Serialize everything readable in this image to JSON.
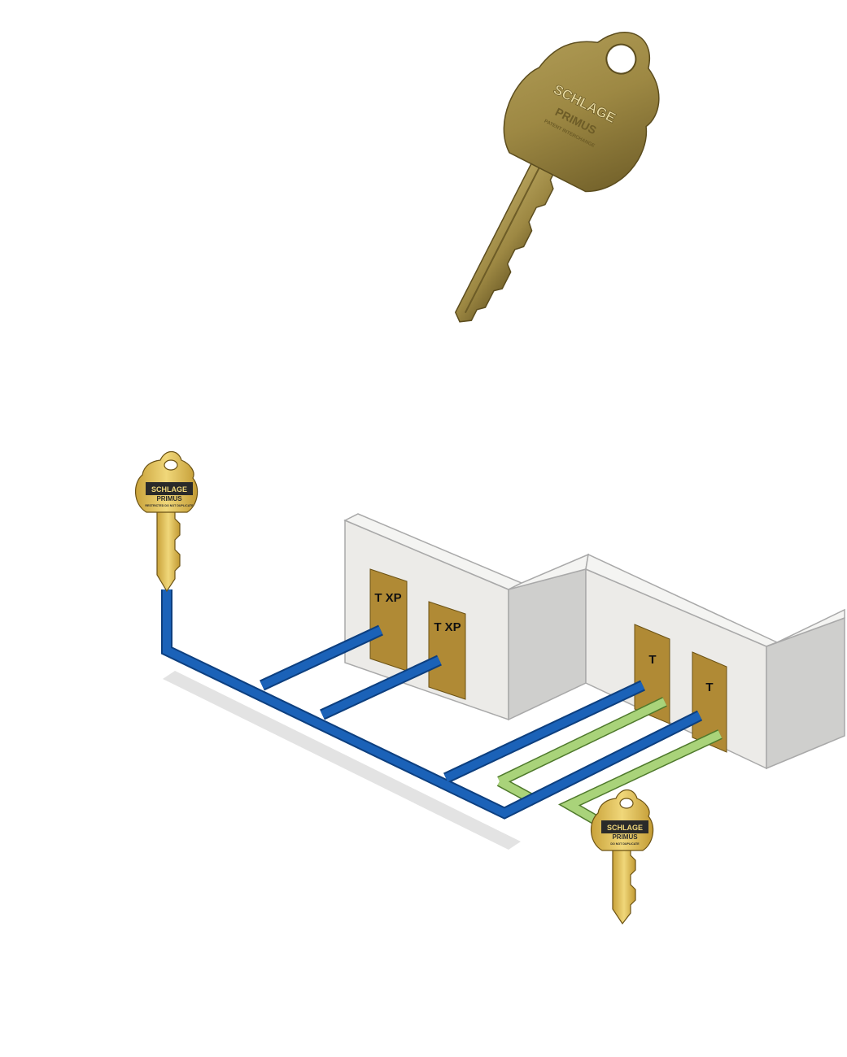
{
  "hero_key": {
    "brand": "SCHLAGE",
    "line": "PRIMUS",
    "fine_print": "PATENT INTERCHANGE"
  },
  "master_key": {
    "brand": "SCHLAGE",
    "line": "PRIMUS",
    "fine_print": "RESTRICTED DO NOT DUPLICATE"
  },
  "sub_master_key": {
    "brand": "SCHLAGE",
    "line": "PRIMUS",
    "fine_print": "DO NOT DUPLICATE"
  },
  "doors": [
    {
      "label": "T XP"
    },
    {
      "label": "T XP"
    },
    {
      "label": "T"
    },
    {
      "label": "T"
    }
  ],
  "colors": {
    "master_route": "#1b62b8",
    "sub_route": "#a9d37a",
    "wall_face": "#ecebe8",
    "wall_side": "#cfcfcd",
    "door": "#b08a35",
    "shadow": "#e3e3e3",
    "key_brass": "#d9b54a",
    "hero_key": "#9d8843"
  }
}
